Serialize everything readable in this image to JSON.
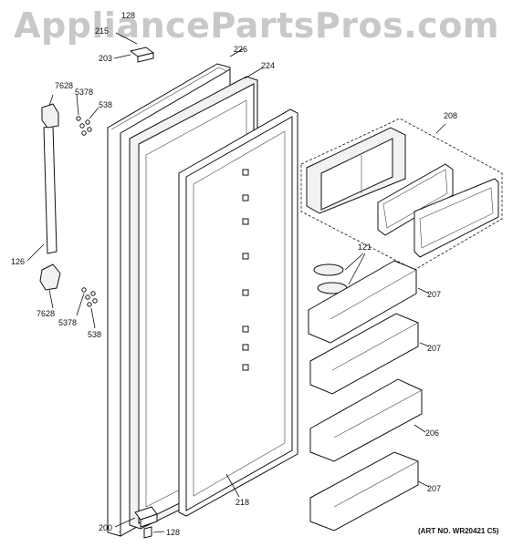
{
  "watermark": "AppliancePartsPros.com",
  "art_number": "(ART NO. WR20421 C5)",
  "labels": {
    "l128_top": "128",
    "l215": "215",
    "l203": "203",
    "l226": "226",
    "l224": "224",
    "l7628_top": "7628",
    "l5378_top": "5378",
    "l538_top": "538",
    "l126": "126",
    "l7628_bot": "7628",
    "l5378_bot": "5378",
    "l538_bot": "538",
    "l208": "208",
    "l121": "121",
    "l207_a": "207",
    "l207_b": "207",
    "l206": "206",
    "l207_c": "207",
    "l218": "218",
    "l200": "200",
    "l128_bot": "128"
  }
}
